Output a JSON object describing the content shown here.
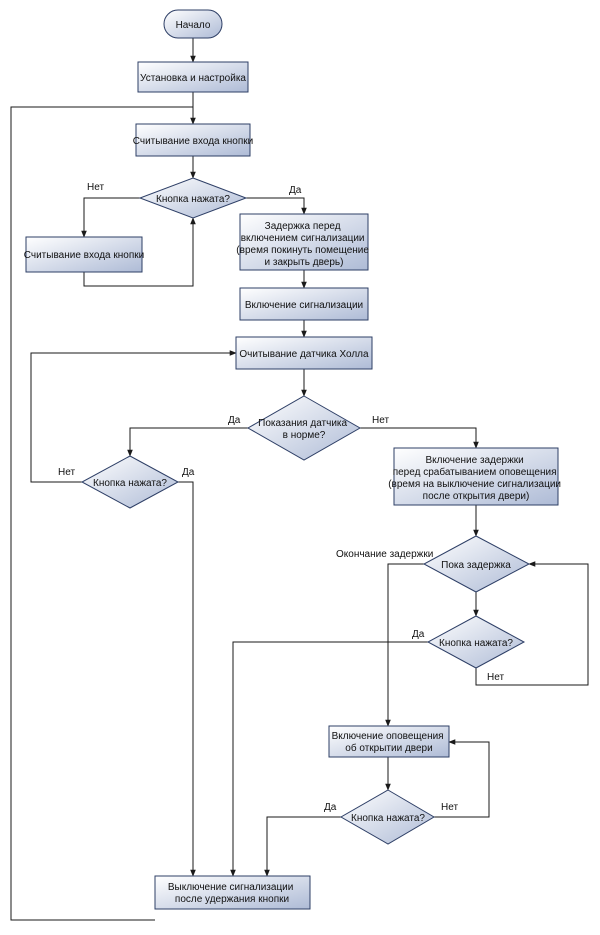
{
  "nodes": {
    "start": "Начало",
    "setup": "Установка и настройка",
    "read_button_1": "Считывание входа кнопки",
    "button_pressed_1": "Кнопка нажата?",
    "read_button_2": "Считывание входа кнопки",
    "delay_before_alarm": [
      "Задержка перед",
      "включением сигнализации",
      "(время покинуть помещение",
      "и закрыть дверь)"
    ],
    "alarm_on": "Включение сигнализации",
    "read_hall": "Очитывание датчика Холла",
    "sensor_normal": [
      "Показания датчика",
      "в норме?"
    ],
    "button_pressed_2": "Кнопка нажата?",
    "delay_before_alert": [
      "Включение задержки",
      "перед срабатыванием оповещения",
      "(время на выключение сигнализации",
      "после открытия двери)"
    ],
    "while_delay": "Пока задержка",
    "button_pressed_3": "Кнопка нажата?",
    "door_alert_on": [
      "Включение оповещения",
      "об открытии двери"
    ],
    "button_pressed_4": "Кнопка нажата?",
    "alarm_off": [
      "Выключение сигнализации",
      "после удержания кнопки"
    ]
  },
  "edge_labels": {
    "no_1": "Нет",
    "yes_1": "Да",
    "yes_2": "Да",
    "no_2": "Нет",
    "no_3": "Нет",
    "yes_3": "Да",
    "end_delay": "Окончание задержки",
    "yes_4": "Да",
    "no_4": "Нет",
    "yes_5": "Да",
    "no_5": "Нет"
  },
  "colors": {
    "fill_light": "#ffffff",
    "fill_dark": "#aebbd6",
    "stroke": "#2e3f66",
    "line": "#1a1a1a"
  }
}
